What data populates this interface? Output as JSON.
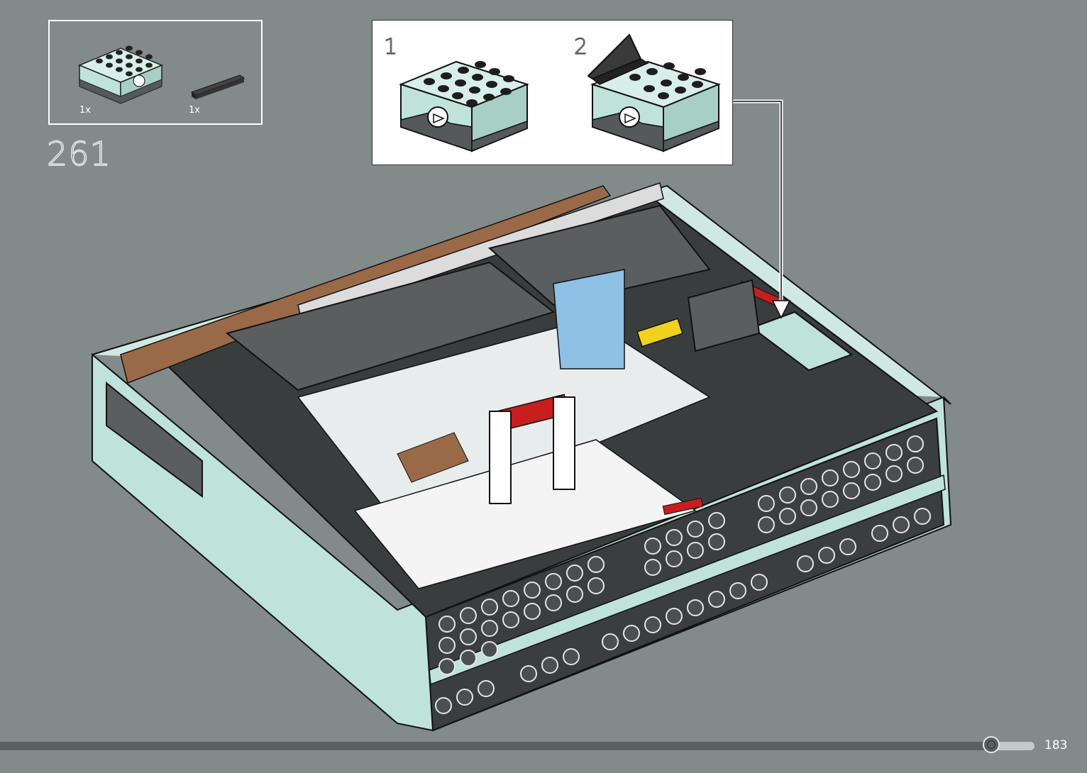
{
  "parts_list": {
    "items": [
      {
        "part": "light-aqua-4x4-brick-with-sensor",
        "quantity": "1x",
        "color": "#bfe3da"
      },
      {
        "part": "black-1x4-tile",
        "quantity": "1x",
        "color": "#2b2b2b"
      }
    ]
  },
  "step": {
    "number": "261"
  },
  "sub_steps": [
    {
      "number": "1"
    },
    {
      "number": "2"
    }
  ],
  "page": {
    "number": "183",
    "progress": 0.91
  },
  "colors": {
    "background": "#838a8a",
    "light_aqua": "#bfe3da",
    "dark_bluish_gray": "#5a5e5e",
    "black": "#2b2b2b",
    "medium_nougat": "#9a6a48",
    "red": "#c81e1e",
    "yellow": "#f0d21e"
  }
}
